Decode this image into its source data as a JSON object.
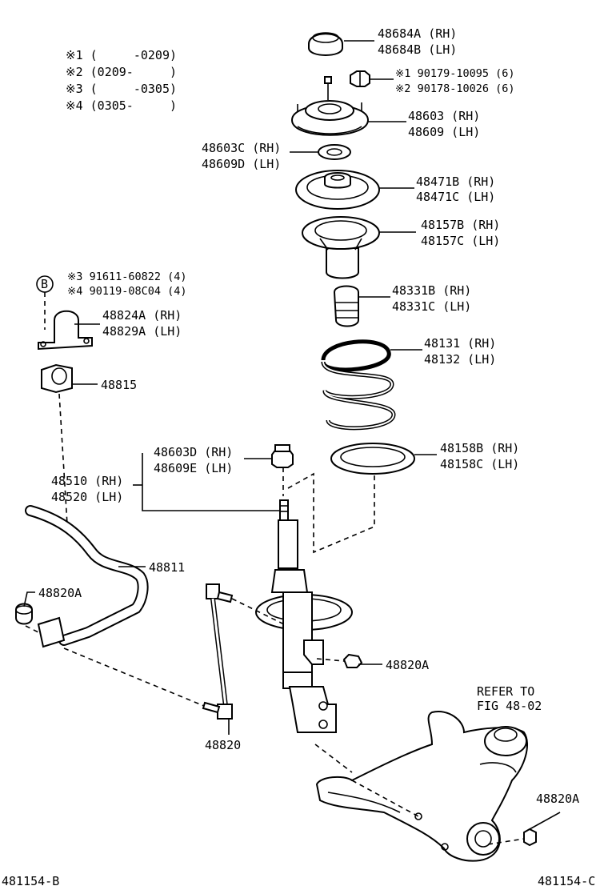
{
  "notes": {
    "n1": "※1 (     -0209)",
    "n2": "※2 (0209-     )",
    "n3": "※3 (     -0305)",
    "n4": "※4 (0305-     )"
  },
  "labels": {
    "p48684": [
      "48684A (RH)",
      "48684B (LH)"
    ],
    "bolts_top": [
      "※1 90179-10095 (6)",
      "※2 90178-10026 (6)"
    ],
    "p48603": [
      "48603 (RH)",
      "48609 (LH)"
    ],
    "p48603c": [
      "48603C (RH)",
      "48609D (LH)"
    ],
    "p48471": [
      "48471B (RH)",
      "48471C (LH)"
    ],
    "p48157": [
      "48157B (RH)",
      "48157C (LH)"
    ],
    "bolts_b": [
      "※3 91611-60822 (4)",
      "※4 90119-08C04 (4)"
    ],
    "b_marker": "B",
    "p48331": [
      "48331B (RH)",
      "48331C (LH)"
    ],
    "p48824": [
      "48824A (RH)",
      "48829A (LH)"
    ],
    "p48131": [
      "48131 (RH)",
      "48132 (LH)"
    ],
    "p48815": "48815",
    "p48158": [
      "48158B (RH)",
      "48158C (LH)"
    ],
    "p48603d": [
      "48603D (RH)",
      "48609E (LH)"
    ],
    "p48510": [
      "48510 (RH)",
      "48520 (LH)"
    ],
    "p48811": "48811",
    "p48820a_left": "48820A",
    "p48820a_mid": "48820A",
    "p48820": "48820",
    "refer": [
      "REFER TO",
      "FIG 48-02"
    ],
    "p48820a_right": "48820A",
    "code_left": "481154-B",
    "code_right": "481154-C"
  }
}
